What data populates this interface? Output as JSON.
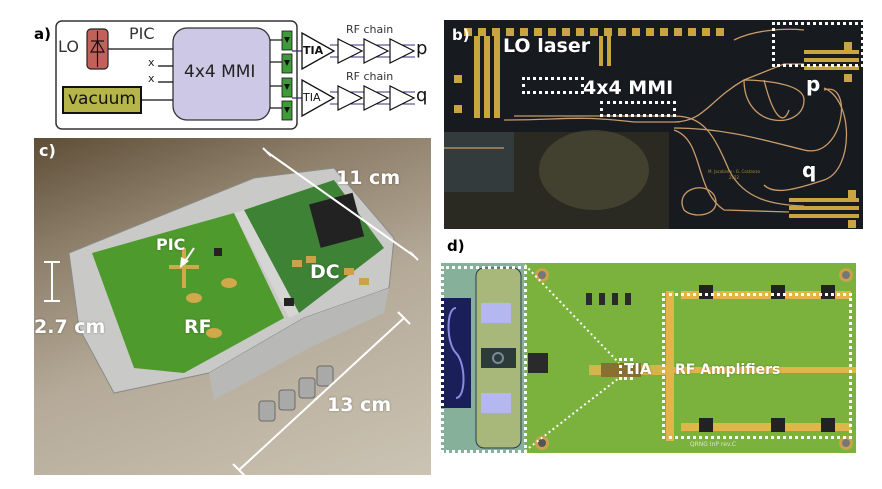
{
  "panel_a": {
    "label": "a)",
    "pic_label": "PIC",
    "lo_label": "LO",
    "vacuum_label": "vacuum",
    "mmi_label": "4x4 MMI",
    "unused_inputs": [
      "x",
      "x"
    ],
    "chains": [
      {
        "tia_label": "TIA",
        "rf_chain_label": "RF chain",
        "output": "p"
      },
      {
        "tia_label": "TIA",
        "rf_chain_label": "RF chain",
        "output": "q"
      }
    ],
    "colors": {
      "lo_box": "#c0625a",
      "vacuum_box": "#b5b54a",
      "mmi_box": "#cdc8e6",
      "detector": "#3f9a3a",
      "wire": "#3a2f7a"
    }
  },
  "panel_b": {
    "label": "b)",
    "annotations": {
      "lo_laser": "LO laser",
      "mmi": "4x4 MMI",
      "p": "p",
      "q": "q"
    },
    "chip_text_line1": "M. Jacobsen - G. Costanzo",
    "chip_text_line2": "2022"
  },
  "panel_c": {
    "label": "c)",
    "annotations": {
      "pic": "PIC",
      "dc": "DC",
      "rf": "RF"
    },
    "dimensions": {
      "width": "11 cm",
      "length": "13 cm",
      "height": "2.7 cm"
    }
  },
  "panel_d": {
    "label": "d)",
    "annotations": {
      "tia": "TIA",
      "rf_amplifiers": "RF Amplifiers"
    },
    "board_text": "QRNG InP rev.C"
  }
}
